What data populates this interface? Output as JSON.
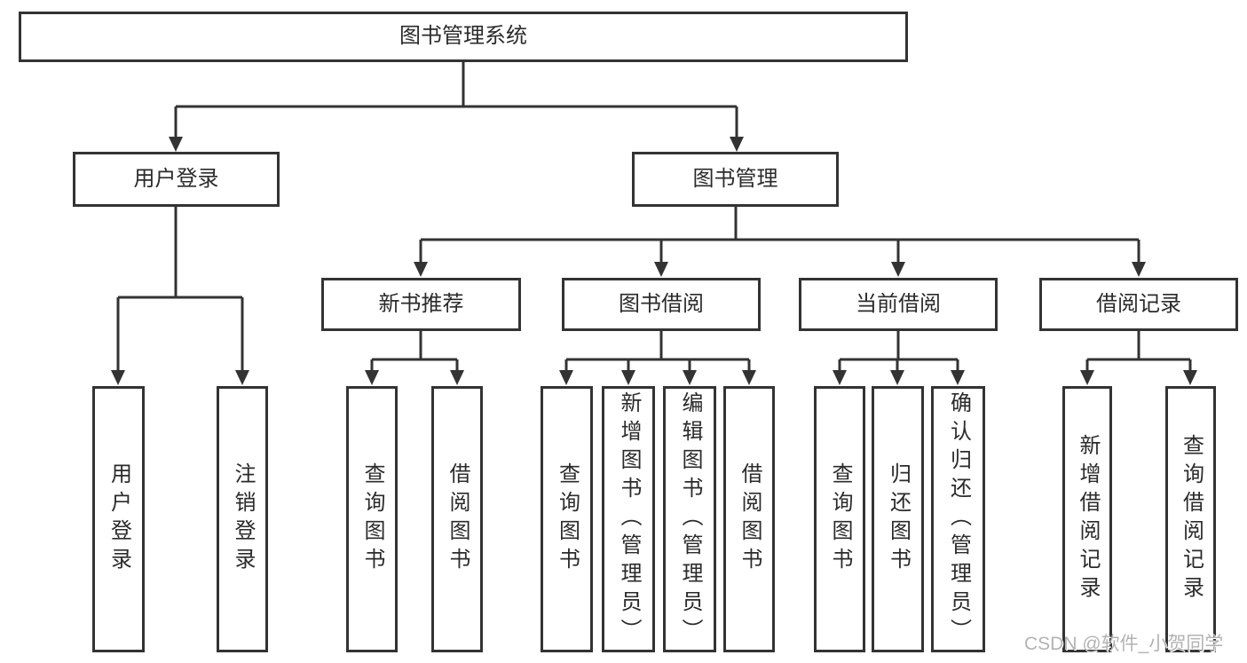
{
  "colors": {
    "line": "#333333",
    "text": "#2b2b2b",
    "box_bg": "#ffffff",
    "watermark": "#b3b3b3"
  },
  "nodes": {
    "root": "图书管理系统",
    "user_login": "用户登录",
    "book_mgmt": "图书管理",
    "new_book_rec": "新书推荐",
    "book_borrow": "图书借阅",
    "current_borrow": "当前借阅",
    "borrow_records": "借阅记录",
    "leaf_user_login": "用户登录",
    "leaf_logout": "注销登录",
    "leaf_rec_query_book": "查询图书",
    "leaf_rec_borrow_book": "借阅图书",
    "leaf_bb_query_book": "查询图书",
    "leaf_bb_add_book": "新增图书（管理员）",
    "leaf_bb_edit_book": "编辑图书（管理员）",
    "leaf_bb_borrow_book": "借阅图书",
    "leaf_cb_query_book": "查询图书",
    "leaf_cb_return_book": "归还图书",
    "leaf_cb_confirm_return": "确认归还（管理员）",
    "leaf_rc_add_record": "新增借阅记录",
    "leaf_rc_query_record": "查询借阅记录"
  },
  "watermark": "CSDN @软件_小贺同学"
}
